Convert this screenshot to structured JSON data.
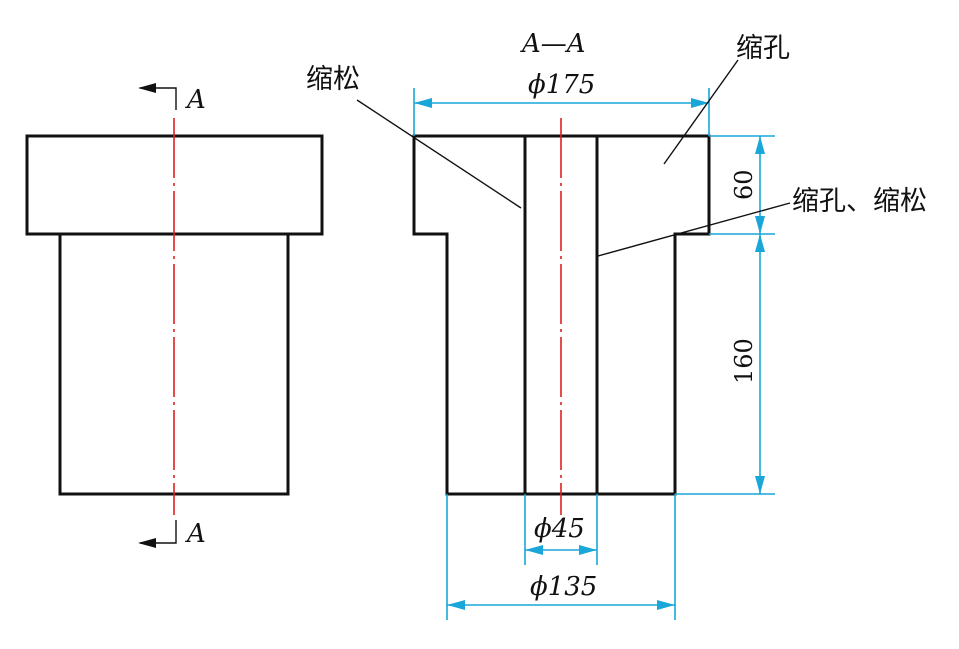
{
  "section": {
    "section_title": "A—A",
    "cut_label_top": "A",
    "cut_label_bottom": "A"
  },
  "dimensions": {
    "d175": "ϕ175",
    "d45": "ϕ45",
    "d135": "ϕ135",
    "h60": "60",
    "h160": "160"
  },
  "defects": {
    "loose": "缩松",
    "cavity": "缩孔",
    "cavity_loose": "缩孔、缩松"
  },
  "colors": {
    "hatch": "#2aa84a",
    "dimension": "#19a6d8",
    "centerline": "#e02020",
    "outline": "#111111"
  }
}
